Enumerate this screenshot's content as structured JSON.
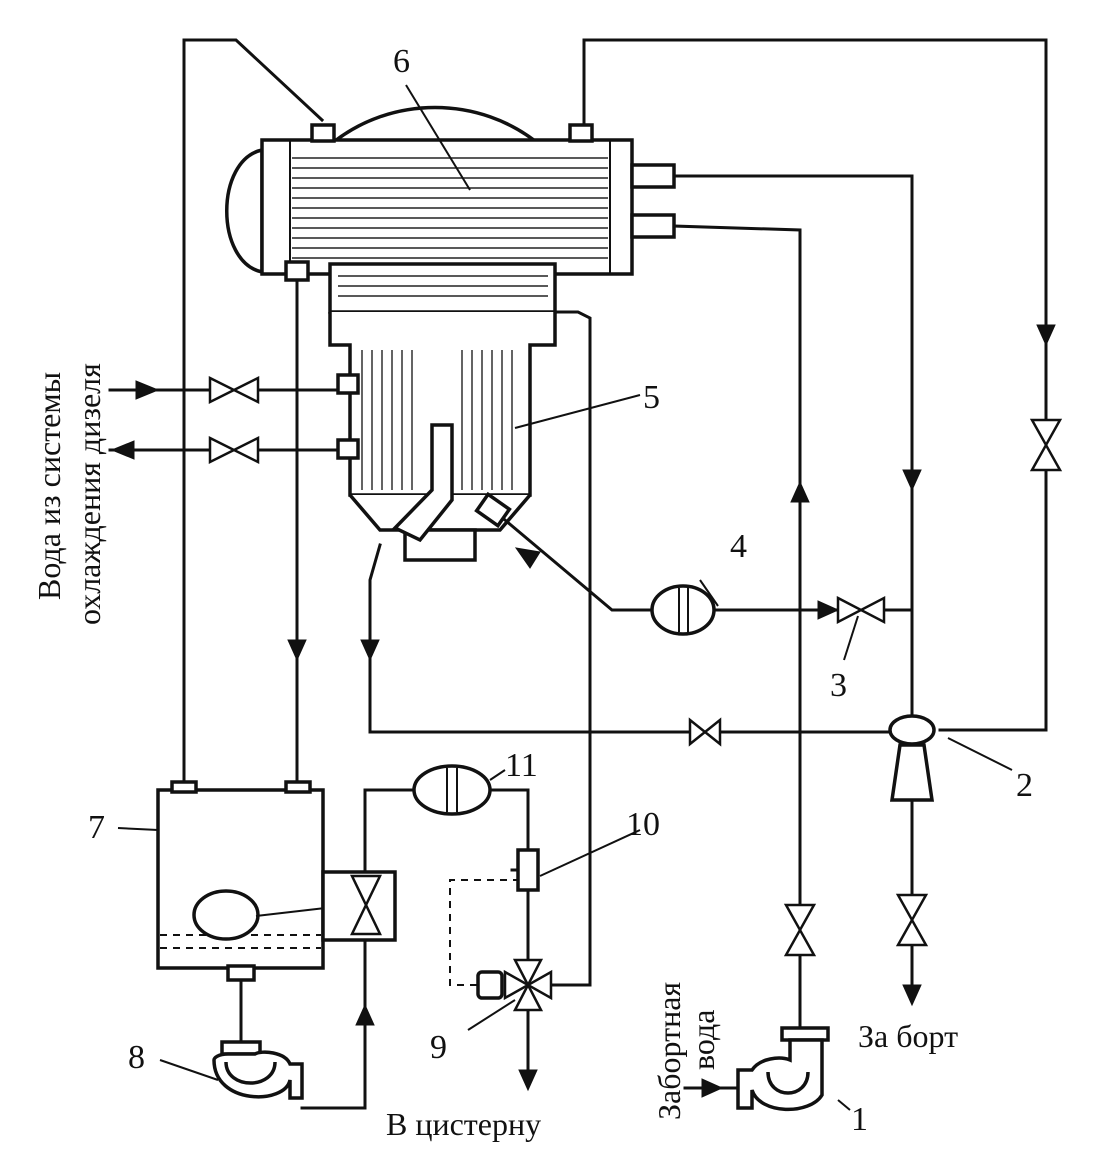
{
  "callouts": {
    "n1": "1",
    "n2": "2",
    "n3": "3",
    "n4": "4",
    "n5": "5",
    "n6": "6",
    "n7": "7",
    "n8": "8",
    "n9": "9",
    "n10": "10",
    "n11": "11"
  },
  "labels": {
    "diesel_water_line1": "Вода из системы",
    "diesel_water_line2": "охлаждения дизеля",
    "seawater_line1": "Забортная",
    "seawater_line2": "вода",
    "overboard": "За борт",
    "to_tank": "В цистерну"
  }
}
